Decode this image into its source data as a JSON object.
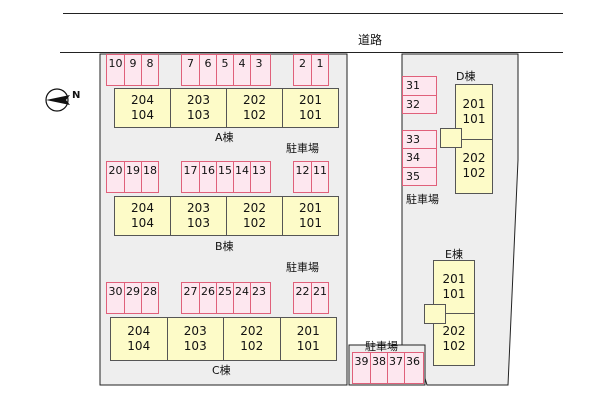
{
  "road": {
    "label": "道路"
  },
  "compass": {
    "icon": "north-arrow-icon",
    "label": "N"
  },
  "parking_label": "駐車場",
  "building_a": {
    "name": "A棟",
    "units": [
      {
        "upper": "204",
        "lower": "104"
      },
      {
        "upper": "203",
        "lower": "103"
      },
      {
        "upper": "202",
        "lower": "102"
      },
      {
        "upper": "201",
        "lower": "101"
      }
    ],
    "spaces_group1": [
      "10",
      "9",
      "8"
    ],
    "spaces_group2": [
      "7",
      "6",
      "5",
      "4",
      "3"
    ],
    "spaces_group3": [
      "2",
      "1"
    ]
  },
  "building_b": {
    "name": "B棟",
    "units": [
      {
        "upper": "204",
        "lower": "104"
      },
      {
        "upper": "203",
        "lower": "103"
      },
      {
        "upper": "202",
        "lower": "102"
      },
      {
        "upper": "201",
        "lower": "101"
      }
    ],
    "spaces_group1": [
      "20",
      "19",
      "18"
    ],
    "spaces_group2": [
      "17",
      "16",
      "15",
      "14",
      "13"
    ],
    "spaces_group3": [
      "12",
      "11"
    ]
  },
  "building_c": {
    "name": "C棟",
    "units": [
      {
        "upper": "204",
        "lower": "104"
      },
      {
        "upper": "203",
        "lower": "103"
      },
      {
        "upper": "202",
        "lower": "102"
      },
      {
        "upper": "201",
        "lower": "101"
      }
    ],
    "spaces_group1": [
      "30",
      "29",
      "28"
    ],
    "spaces_group2": [
      "27",
      "26",
      "25",
      "24",
      "23"
    ],
    "spaces_group3": [
      "22",
      "21"
    ]
  },
  "building_d": {
    "name": "D棟",
    "units": [
      {
        "upper": "201",
        "lower": "101"
      },
      {
        "upper": "202",
        "lower": "102"
      }
    ],
    "spaces_group1": [
      "31",
      "32"
    ],
    "spaces_group2": [
      "33",
      "34",
      "35"
    ]
  },
  "building_e": {
    "name": "E棟",
    "units": [
      {
        "upper": "201",
        "lower": "101"
      },
      {
        "upper": "202",
        "lower": "102"
      }
    ]
  },
  "bottom_spaces": [
    "39",
    "38",
    "37",
    "36"
  ]
}
